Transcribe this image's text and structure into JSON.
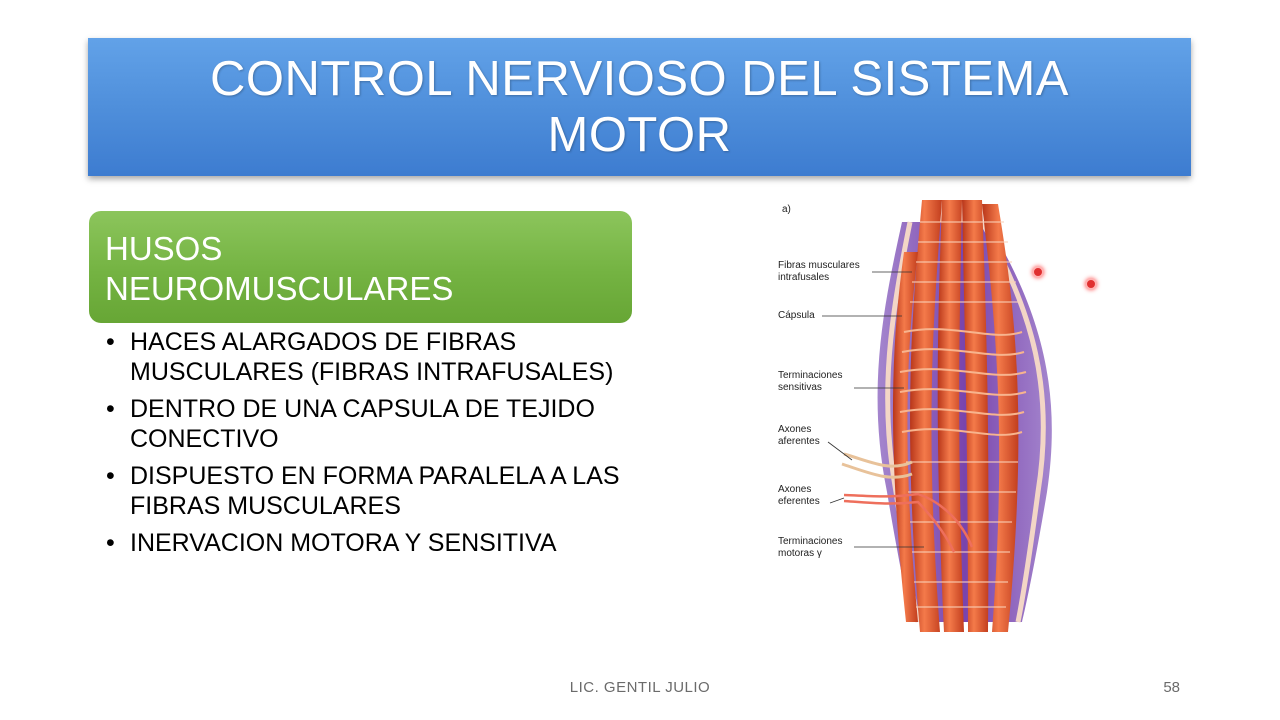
{
  "slide": {
    "title": "CONTROL NERVIOSO DEL SISTEMA MOTOR",
    "subheading": "HUSOS NEUROMUSCULARES",
    "bullets": [
      "HACES ALARGADOS DE FIBRAS MUSCULARES (FIBRAS INTRAFUSALES)",
      "DENTRO DE UNA CAPSULA DE TEJIDO CONECTIVO",
      "DISPUESTO EN FORMA PARALELA A LAS FIBRAS MUSCULARES",
      "INERVACION MOTORA Y SENSITIVA"
    ],
    "bullet_glyph": "•",
    "footer_author": "LIC. GENTIL JULIO",
    "page_number": "58"
  },
  "figure": {
    "panel_label": "a)",
    "labels": [
      "Fibras musculares intrafusales",
      "Cápsula",
      "Terminaciones sensitivas",
      "Axones aferentes",
      "Axones eferentes",
      "Terminaciones motoras γ"
    ]
  },
  "colors": {
    "title_bar": "#4f8fdb",
    "subheading_bar": "#74b342",
    "muscle_fiber": "#e5582d",
    "capsule": "#7b3fb0",
    "pointer": "#e03030"
  }
}
